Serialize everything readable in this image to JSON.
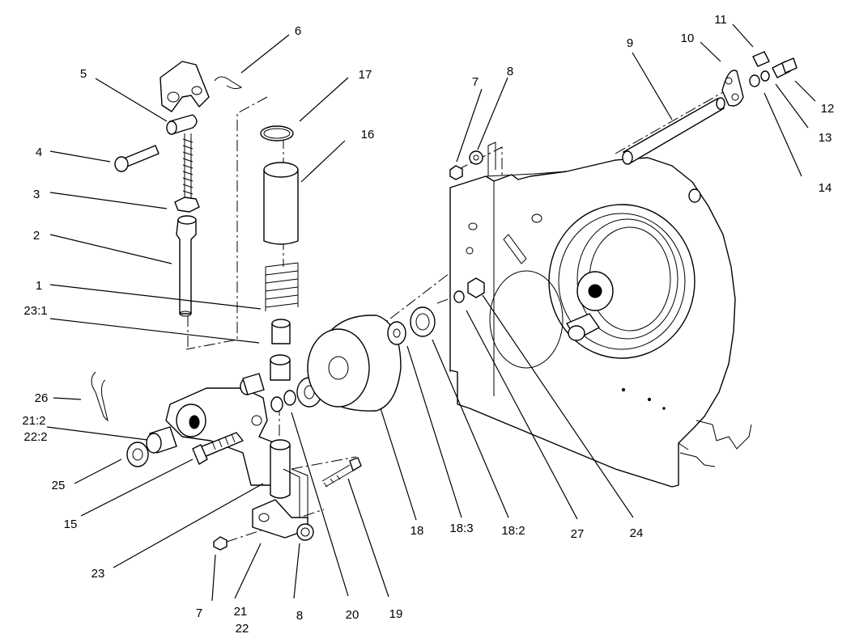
{
  "callouts": [
    {
      "id": "c1",
      "lines": [
        "1"
      ]
    },
    {
      "id": "c2",
      "lines": [
        "2"
      ]
    },
    {
      "id": "c3",
      "lines": [
        "3"
      ]
    },
    {
      "id": "c4",
      "lines": [
        "4"
      ]
    },
    {
      "id": "c5",
      "lines": [
        "5"
      ]
    },
    {
      "id": "c6",
      "lines": [
        "6"
      ]
    },
    {
      "id": "c7a",
      "lines": [
        "7"
      ]
    },
    {
      "id": "c7b",
      "lines": [
        "7"
      ]
    },
    {
      "id": "c8a",
      "lines": [
        "8"
      ]
    },
    {
      "id": "c8b",
      "lines": [
        "8"
      ]
    },
    {
      "id": "c9",
      "lines": [
        "9"
      ]
    },
    {
      "id": "c10",
      "lines": [
        "10"
      ]
    },
    {
      "id": "c11",
      "lines": [
        "11"
      ]
    },
    {
      "id": "c12",
      "lines": [
        "12"
      ]
    },
    {
      "id": "c13",
      "lines": [
        "13"
      ]
    },
    {
      "id": "c14",
      "lines": [
        "14"
      ]
    },
    {
      "id": "c15",
      "lines": [
        "15"
      ]
    },
    {
      "id": "c16",
      "lines": [
        "16"
      ]
    },
    {
      "id": "c17",
      "lines": [
        "17"
      ]
    },
    {
      "id": "c18",
      "lines": [
        "18"
      ]
    },
    {
      "id": "c18_3",
      "lines": [
        "18:3"
      ]
    },
    {
      "id": "c18_2",
      "lines": [
        "18:2"
      ]
    },
    {
      "id": "c19",
      "lines": [
        "19"
      ]
    },
    {
      "id": "c20",
      "lines": [
        "20"
      ]
    },
    {
      "id": "c21_22",
      "lines": [
        "21",
        "22"
      ]
    },
    {
      "id": "c21_22_2",
      "lines": [
        "21:2",
        "22:2"
      ]
    },
    {
      "id": "c23",
      "lines": [
        "23"
      ]
    },
    {
      "id": "c23_1",
      "lines": [
        "23:1"
      ]
    },
    {
      "id": "c24",
      "lines": [
        "24"
      ]
    },
    {
      "id": "c25",
      "lines": [
        "25"
      ]
    },
    {
      "id": "c26",
      "lines": [
        "26"
      ]
    },
    {
      "id": "c27",
      "lines": [
        "27"
      ]
    }
  ]
}
